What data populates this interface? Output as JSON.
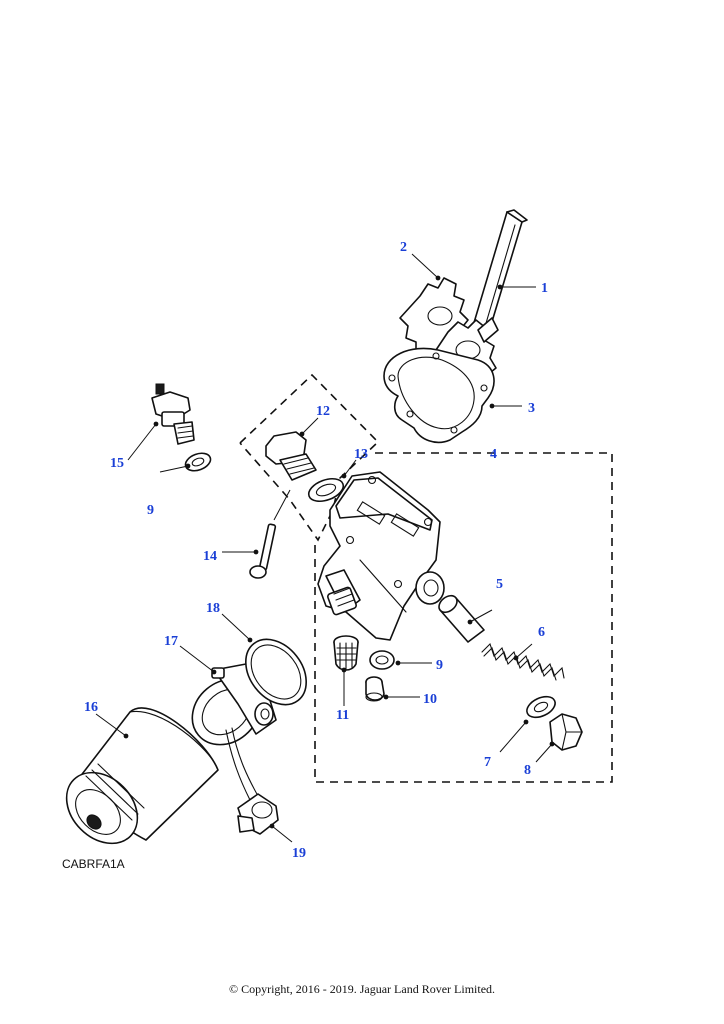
{
  "figure_code": "CABRFA1A",
  "copyright": "© Copyright, 2016 - 2019. Jaguar Land Rover Limited.",
  "callouts": [
    {
      "id": "c1",
      "label": "1"
    },
    {
      "id": "c2",
      "label": "2"
    },
    {
      "id": "c3",
      "label": "3"
    },
    {
      "id": "c4",
      "label": "4"
    },
    {
      "id": "c5",
      "label": "5"
    },
    {
      "id": "c6",
      "label": "6"
    },
    {
      "id": "c7",
      "label": "7"
    },
    {
      "id": "c8",
      "label": "8"
    },
    {
      "id": "c9a",
      "label": "9"
    },
    {
      "id": "c9b",
      "label": "9"
    },
    {
      "id": "c10",
      "label": "10"
    },
    {
      "id": "c11",
      "label": "11"
    },
    {
      "id": "c12",
      "label": "12"
    },
    {
      "id": "c13",
      "label": "13"
    },
    {
      "id": "c14",
      "label": "14"
    },
    {
      "id": "c15",
      "label": "15"
    },
    {
      "id": "c16",
      "label": "16"
    },
    {
      "id": "c17",
      "label": "17"
    },
    {
      "id": "c18",
      "label": "18"
    },
    {
      "id": "c19",
      "label": "19"
    }
  ],
  "colors": {
    "callout": "#1a3fd6",
    "line": "#111111",
    "background": "#ffffff"
  }
}
